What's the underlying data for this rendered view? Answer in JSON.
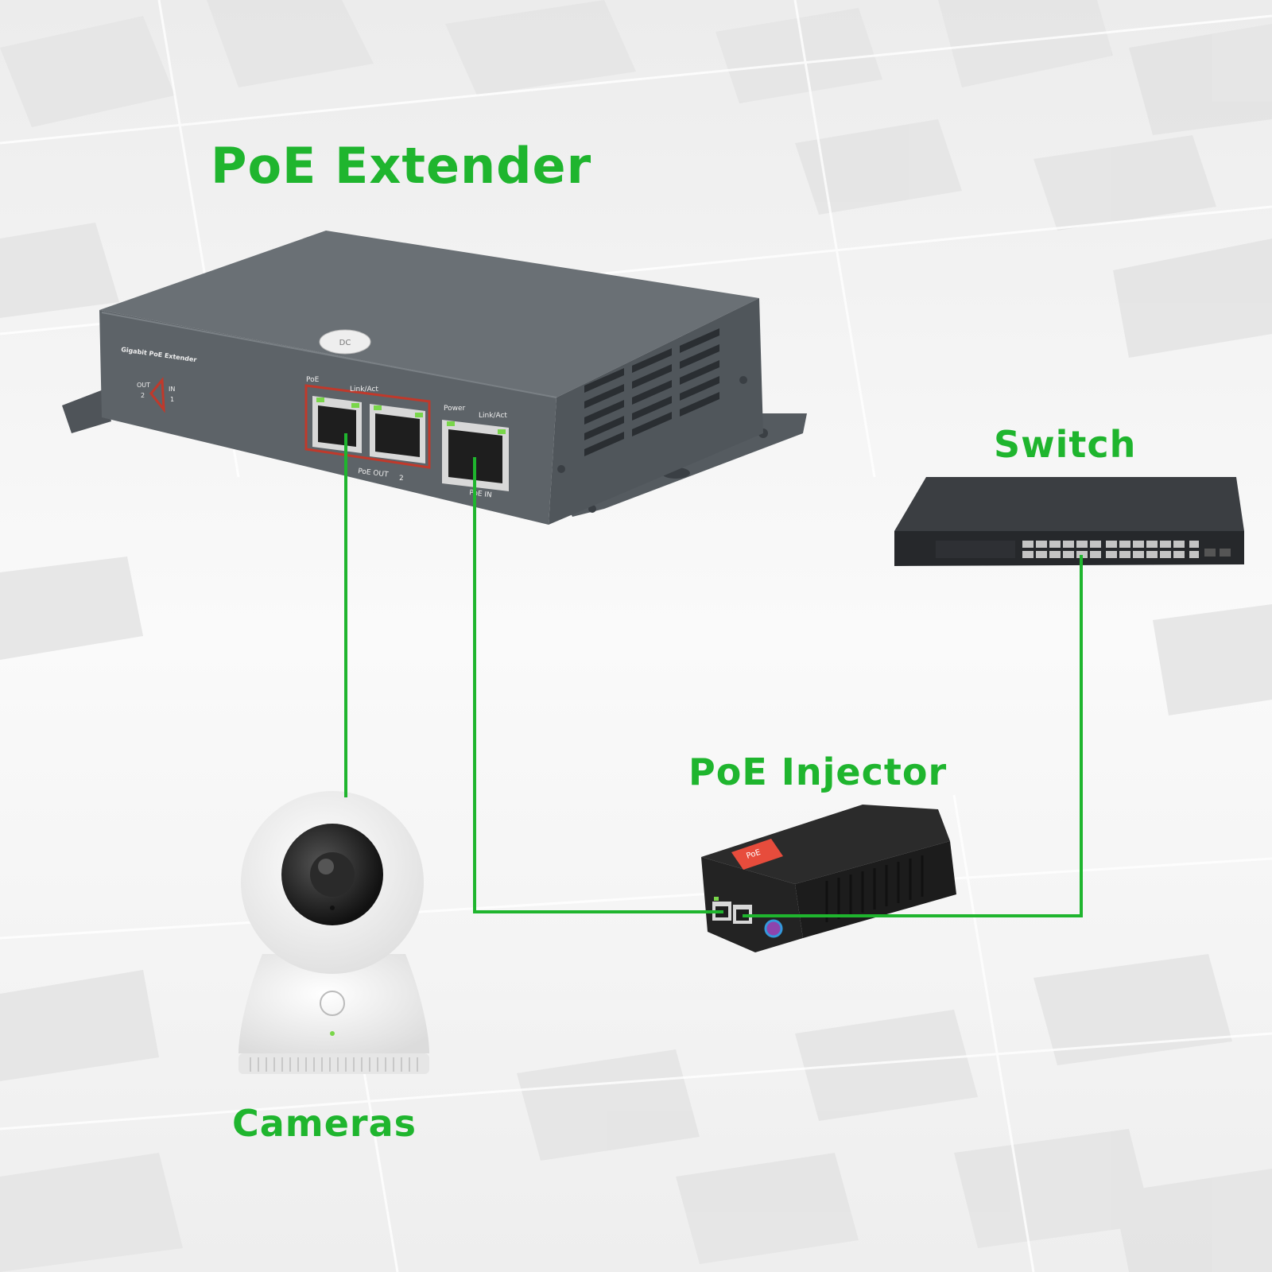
{
  "labels": {
    "extender": "PoE Extender",
    "switch": "Switch",
    "injector": "PoE Injector",
    "cameras": "Cameras"
  },
  "device_print": {
    "extender_brand": "Gigabit PoE Extender",
    "out": "OUT",
    "in": "IN",
    "out_num": "2",
    "in_num": "1",
    "poe": "PoE",
    "link_act": "Link/Act",
    "power": "Power",
    "poe_out": "PoE OUT",
    "port_two": "2",
    "poe_in": "PoE IN",
    "dc_power": "DC",
    "injector_tag": "PoE"
  },
  "colors": {
    "connection_line": "#1fb52e",
    "label_green": "#1fb52e",
    "extender_body": "#5d6368",
    "port_highlight": "#c0392b"
  }
}
